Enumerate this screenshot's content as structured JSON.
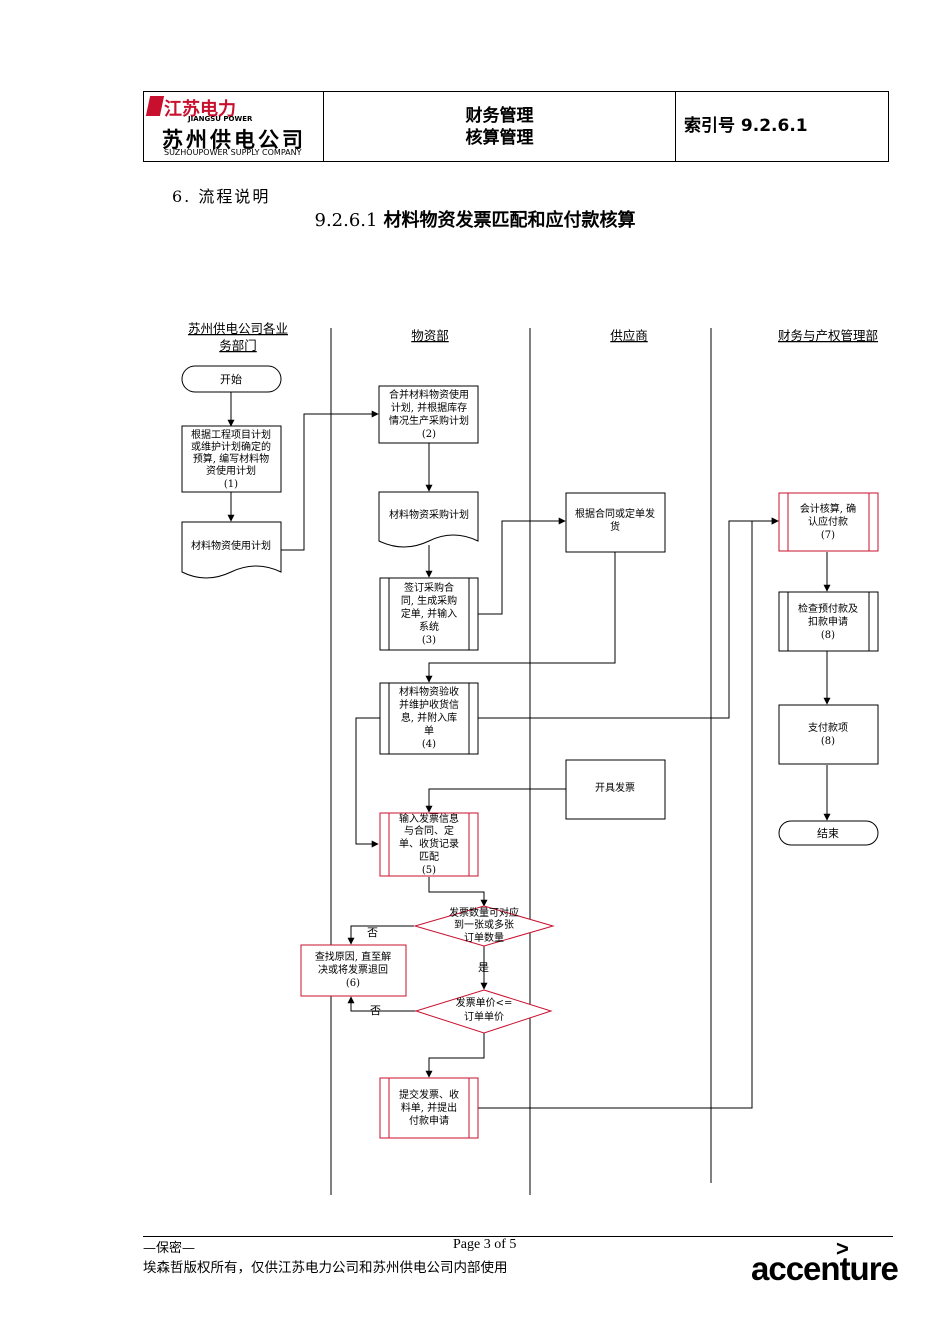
{
  "header": {
    "logo_cn": "江苏电力",
    "logo_en": "JIANGSU POWER",
    "logo_cn2": "苏州供电公司",
    "logo_en2": "SUZHOUPOWER SUPPLY COMPANY",
    "title_line1": "财务管理",
    "title_line2": "核算管理",
    "index_label": "索引号 9.2.6.1"
  },
  "section": "6. 流程说明",
  "title": {
    "number": "9.2.6.1",
    "text": "材料物资发票匹配和应付款核算"
  },
  "lanes": {
    "l1a": "苏州供电公司各业",
    "l1b": "务部门",
    "l2": "物资部",
    "l3": "供应商",
    "l4": "财务与产权管理部"
  },
  "nodes": {
    "start": "开始",
    "n1": [
      "根据工程项目计划",
      "或维护计划确定的",
      "预算, 编写材料物",
      "资使用计划",
      "(1)"
    ],
    "doc1": "材料物资使用计划",
    "n2": [
      "合并材料物资使用",
      "计划, 并根据库存",
      "情况生产采购计划",
      "(2)"
    ],
    "doc2": "材料物资采购计划",
    "n3": [
      "签订采购合",
      "同, 生成采购",
      "定单, 并输入",
      "系统",
      "(3)"
    ],
    "s1": [
      "根据合同或定单发",
      "货"
    ],
    "n4": [
      "材料物资验收",
      "并维护收货信",
      "息, 并附入库",
      "单",
      "(4)"
    ],
    "s2": "开具发票",
    "n5": [
      "输入发票信息",
      "与合同、定",
      "单、收货记录",
      "匹配",
      "(5)"
    ],
    "d1": [
      "发票数量可对应",
      "到一张或多张",
      "订单数量"
    ],
    "n6": [
      "查找原因, 直至解",
      "决或将发票退回",
      "(6)"
    ],
    "d2": [
      "发票单价<=",
      "订单单价"
    ],
    "submit": [
      "提交发票、收",
      "料单, 并提出",
      "付款申请"
    ],
    "n7": [
      "会计核算, 确",
      "认应付款",
      "(7)"
    ],
    "n8a": [
      "检查预付款及",
      "扣款申请",
      "(8)"
    ],
    "n8b": [
      "支付款项",
      "(8)"
    ],
    "end": "结束",
    "no1": "否",
    "no2": "否",
    "yes": "是"
  },
  "footer": {
    "confidential": "—保密—",
    "page": "Page 3 of 5",
    "copyright": "埃森哲版权所有，仅供江苏电力公司和苏州供电公司内部使用",
    "brand": "accenture"
  },
  "colors": {
    "red": "#c8102e",
    "line": "#000000"
  }
}
